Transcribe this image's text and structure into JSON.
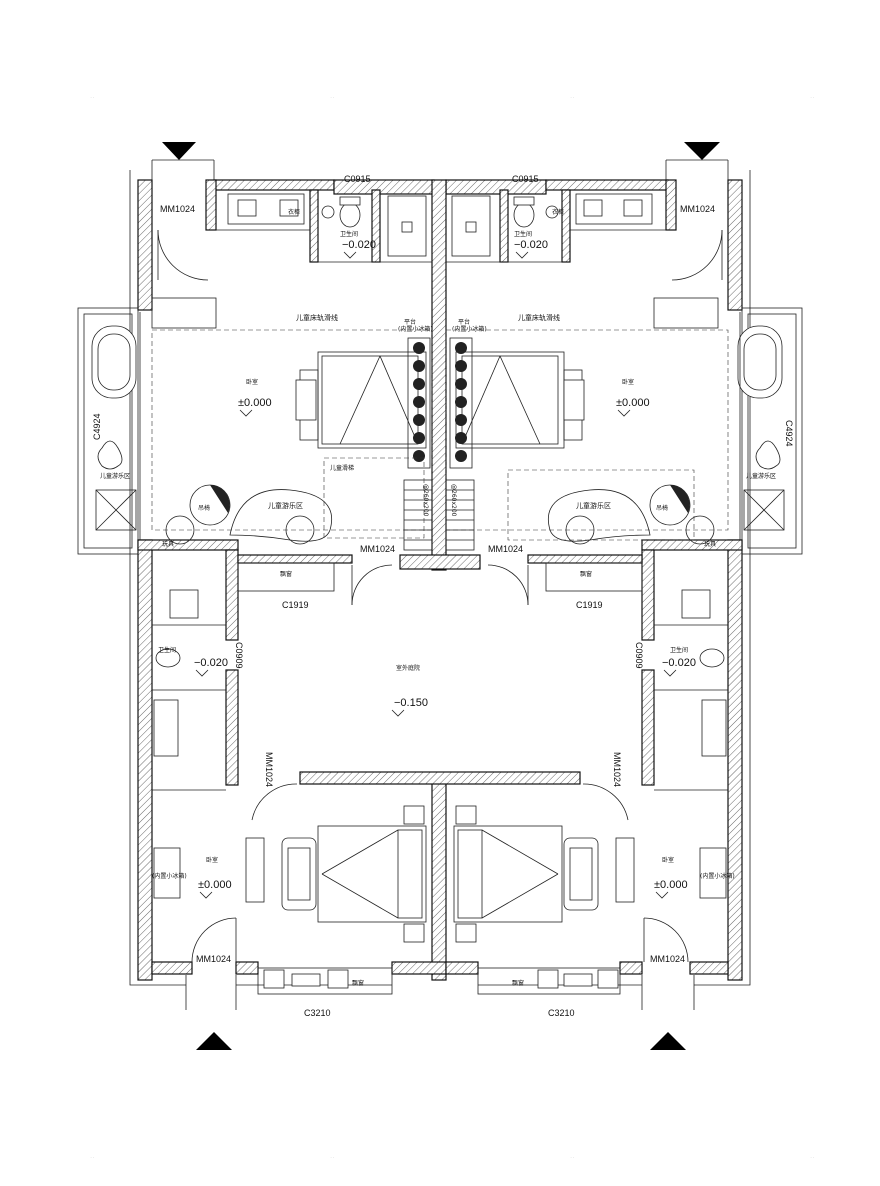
{
  "labels": {
    "window_c0915": "C0915",
    "window_c4924": "C4924",
    "window_c1919": "C1919",
    "window_c0909": "C0909",
    "window_c3210": "C3210",
    "door_mm1024": "MM1024",
    "bathroom": "卫生间",
    "bedroom": "卧室",
    "kids_play_area": "儿童游乐区",
    "kids_bed_rail": "儿童床轨滑线",
    "kids_slide": "儿童滑梯",
    "outdoor_courtyard": "室外庭院",
    "indoor_minibar": "(内置小冰箱)",
    "wardrobe": "衣柜",
    "toy": "玩具",
    "swing": "吊椅",
    "platform": "平台",
    "stair_note": "@260x200",
    "sill": "飘窗",
    "elev_bath": "−0.020",
    "elev_room": "±0.000",
    "elev_court": "−0.150"
  },
  "colors": {
    "line": "#111111",
    "hatch": "#444444",
    "background": "#ffffff"
  }
}
